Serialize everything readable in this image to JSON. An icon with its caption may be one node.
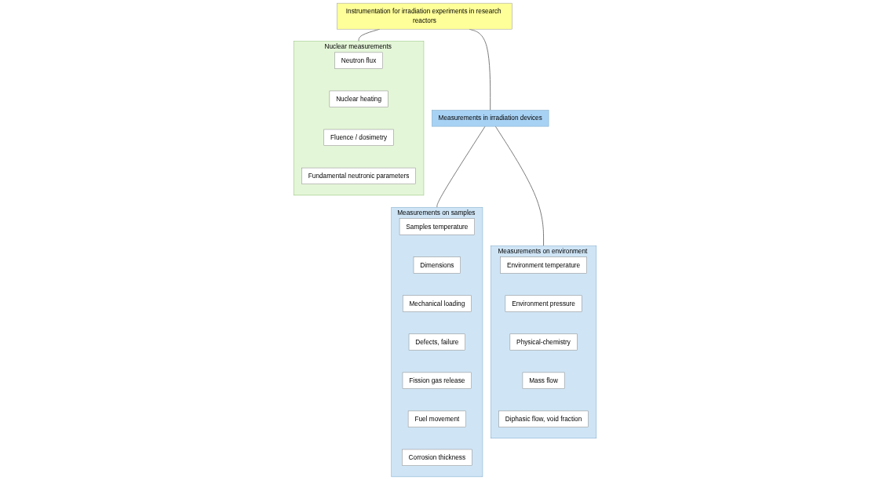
{
  "diagram": {
    "nodes": [
      {
        "text": [
          "Instrumentation for irradiation experiments in research reactors"
        ]
      },
      {
        "text": [
          "Nuclear measurements"
        ]
      },
      {
        "text": [
          "Neutron flux"
        ],
        "in": 1
      },
      {
        "text": [
          "Nuclear heating"
        ],
        "in": 1
      },
      {
        "text": [
          "Fluence / dosimetry"
        ],
        "in": 1
      },
      {
        "text": [
          "Fundamental neutronic parameters"
        ],
        "in": 1
      },
      {
        "text": [
          "Measurements in irradiation devices"
        ]
      },
      {
        "text": [
          "Measurements on samples"
        ]
      },
      {
        "text": [
          "Samples temperature"
        ],
        "in": 7
      },
      {
        "text": [
          "Dimensions"
        ],
        "in": 7
      },
      {
        "text": [
          "Mechanical loading"
        ],
        "in": 7
      },
      {
        "text": [
          "Defects, failure"
        ],
        "in": 7
      },
      {
        "text": [
          "Fission gas release"
        ],
        "in": 7
      },
      {
        "text": [
          "Fuel movement"
        ],
        "in": 7
      },
      {
        "text": [
          "Corrosion thickness"
        ],
        "in": 7
      },
      {
        "text": [
          "Measurements on environment"
        ]
      },
      {
        "text": [
          "Environment temperature"
        ],
        "in": 15
      },
      {
        "text": [
          "Environment pressure"
        ],
        "in": 15
      },
      {
        "text": [
          "Physical-chemistry"
        ],
        "in": 15
      },
      {
        "text": [
          "Mass flow"
        ],
        "in": 15
      },
      {
        "text": [
          "Diphasic flow, void fraction"
        ],
        "in": 15
      }
    ],
    "edges": [
      {
        "from": 0,
        "to": 1,
        "arrow": "none"
      },
      {
        "from": 0,
        "to": 6,
        "arrow": "none"
      },
      {
        "from": 6,
        "to": 7,
        "arrow": "none"
      },
      {
        "from": 6,
        "to": 15,
        "arrow": "none"
      }
    ]
  }
}
